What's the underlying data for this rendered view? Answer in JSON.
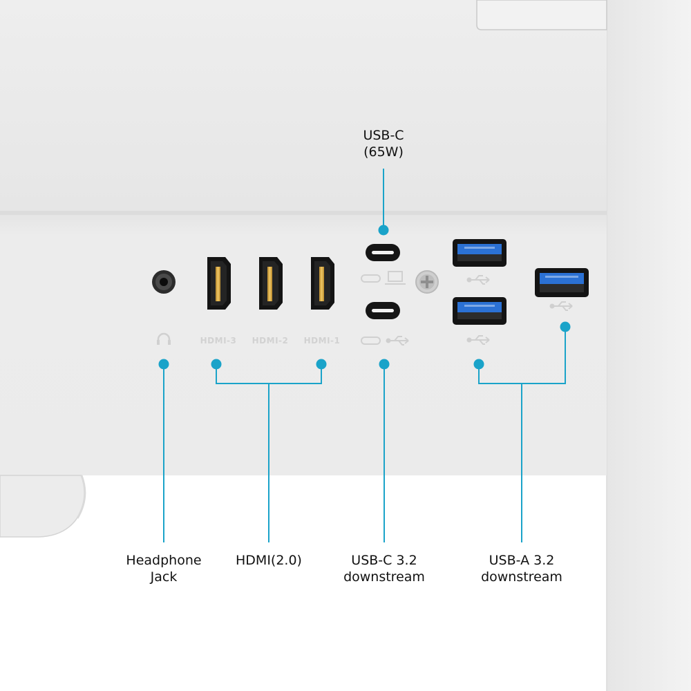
{
  "colors": {
    "accent": "#1aa3c9",
    "panel": "#ebebeb",
    "upper_panel": "#e9e9e9",
    "port_black": "#111111",
    "usb_blue": "#2a73d6",
    "silkscreen": "#d2d2d2"
  },
  "silkscreen": {
    "hdmi_3": "HDMI-3",
    "hdmi_2": "HDMI-2",
    "hdmi_1": "HDMI-1"
  },
  "icons": [
    "headphone-icon",
    "usb-c-icon",
    "laptop-icon",
    "usb-trident-icon",
    "screw-icon"
  ],
  "callouts": {
    "usb_c_65w": {
      "line1": "USB-C",
      "line2": "(65W)"
    },
    "headphone_jack": {
      "line1": "Headphone",
      "line2": "Jack"
    },
    "hdmi": {
      "line1": "HDMI(2.0)"
    },
    "usb_c_32": {
      "line1": "USB-C 3.2",
      "line2": "downstream"
    },
    "usb_a_32": {
      "line1": "USB-A 3.2",
      "line2": "downstream"
    }
  }
}
